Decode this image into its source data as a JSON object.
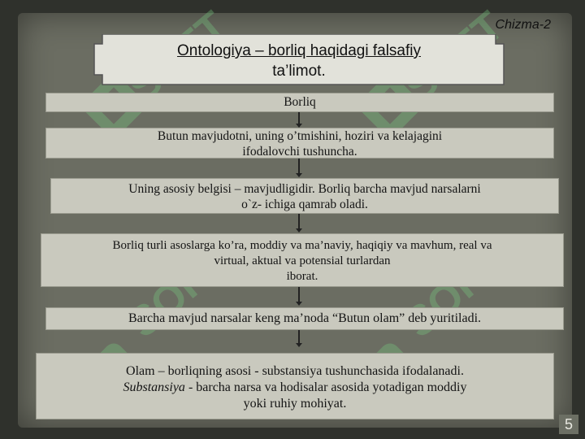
{
  "chizma_label": "Chizma-2",
  "title": {
    "line1": "Ontologiya – borliq haqidagi falsafiy ",
    "line2": "ta’limot."
  },
  "boxes": [
    {
      "text": "Borliq"
    },
    {
      "line1": "Butun  mavjudotni,  uning  o’tmishini, hoziri   va  kelajagini",
      "line2": "ifodalovchi  tushuncha."
    },
    {
      "line1": "Uning asosiy belgisi – mavjudligidir. Borliq barcha mavjud narsalarni",
      "line2": "o`z- ichiga qamrab oladi."
    },
    {
      "line1": "Borliq turli asoslarga ko’ra, moddiy va ma’naviy, haqiqiy va mavhum, real va",
      "line2": "virtual, aktual va potensial turlardan",
      "line3": "iborat."
    },
    {
      "text": "Barcha  mavjud  narsalar  keng  ma’noda “Butun  olam” deb  yuritiladi."
    },
    {
      "line1": "Olam – borliqning asosi - substansiya  tushunchasida  ifodalanadi.",
      "line2_em": "Substansiya",
      "line2_rest": " - barcha narsa  va  hodisalar  asosida  yotadigan  moddiy",
      "line3": "yoki  ruhiy  mohiyat."
    }
  ],
  "page_number": "5"
}
